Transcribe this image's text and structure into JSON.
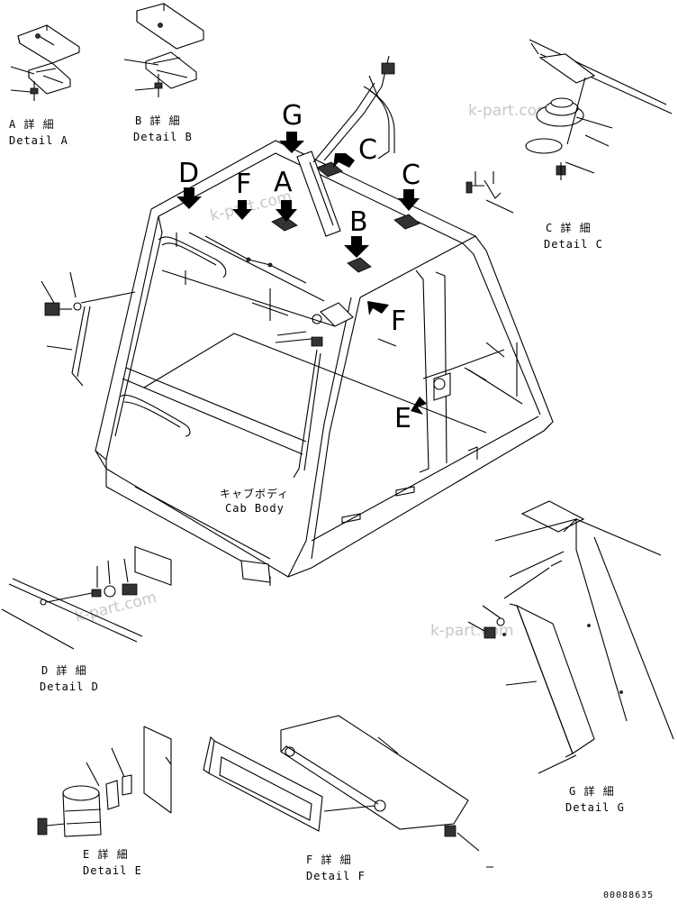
{
  "details": {
    "a": {
      "jp": "A 詳 細",
      "en": "Detail A"
    },
    "b": {
      "jp": "B 詳 細",
      "en": "Detail B"
    },
    "c": {
      "jp": "C 詳 細",
      "en": "Detail C"
    },
    "d": {
      "jp": "D 詳 細",
      "en": "Detail D"
    },
    "e": {
      "jp": "E 詳 細",
      "en": "Detail E"
    },
    "f": {
      "jp": "F 詳 細",
      "en": "Detail F"
    },
    "g": {
      "jp": "G 詳 細",
      "en": "Detail G"
    }
  },
  "cab": {
    "jp": "キャブボディ",
    "en": "Cab Body"
  },
  "callouts": {
    "a": "A",
    "b": "B",
    "c1": "C",
    "c2": "C",
    "d": "D",
    "e": "E",
    "f1": "F",
    "f2": "F",
    "g": "G"
  },
  "watermark": "k-part.com",
  "drawing_number": "00088635"
}
